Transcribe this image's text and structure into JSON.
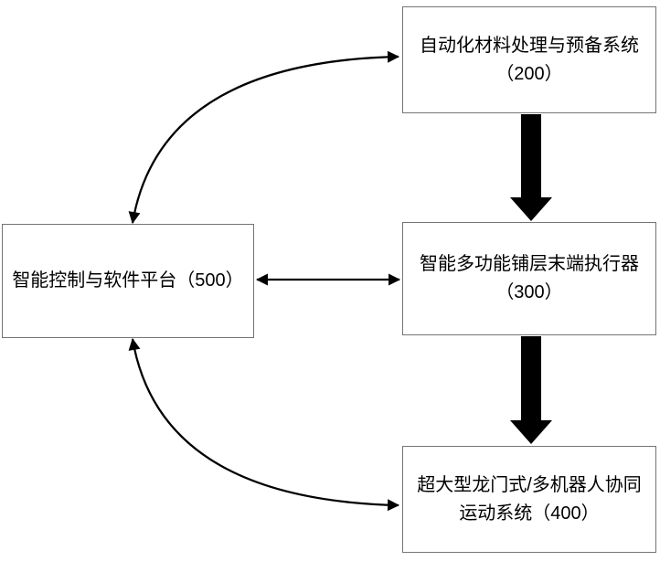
{
  "diagram": {
    "type": "flowchart",
    "background_color": "#ffffff",
    "box_border_color": "#757575",
    "arrow_color": "#000000",
    "boxes": [
      {
        "id": "200",
        "line1": "自动化材料处理与预备系统",
        "line2": "（200）"
      },
      {
        "id": "300",
        "line1": "智能多功能铺层末端执行器",
        "line2": "（300）"
      },
      {
        "id": "400",
        "line1": "超大型龙门式/多机器人协同",
        "line2": "运动系统（400）"
      },
      {
        "id": "500",
        "line1": "智能控制与软件平台（500）"
      }
    ],
    "edges": [
      {
        "from": "500",
        "to": "200",
        "style": "curved-thin",
        "bidirectional": true
      },
      {
        "from": "500",
        "to": "300",
        "style": "straight-thin",
        "bidirectional": true
      },
      {
        "from": "500",
        "to": "400",
        "style": "curved-thin",
        "bidirectional": true
      },
      {
        "from": "200",
        "to": "300",
        "style": "thick-block",
        "bidirectional": false
      },
      {
        "from": "300",
        "to": "400",
        "style": "thick-block",
        "bidirectional": false
      }
    ]
  }
}
